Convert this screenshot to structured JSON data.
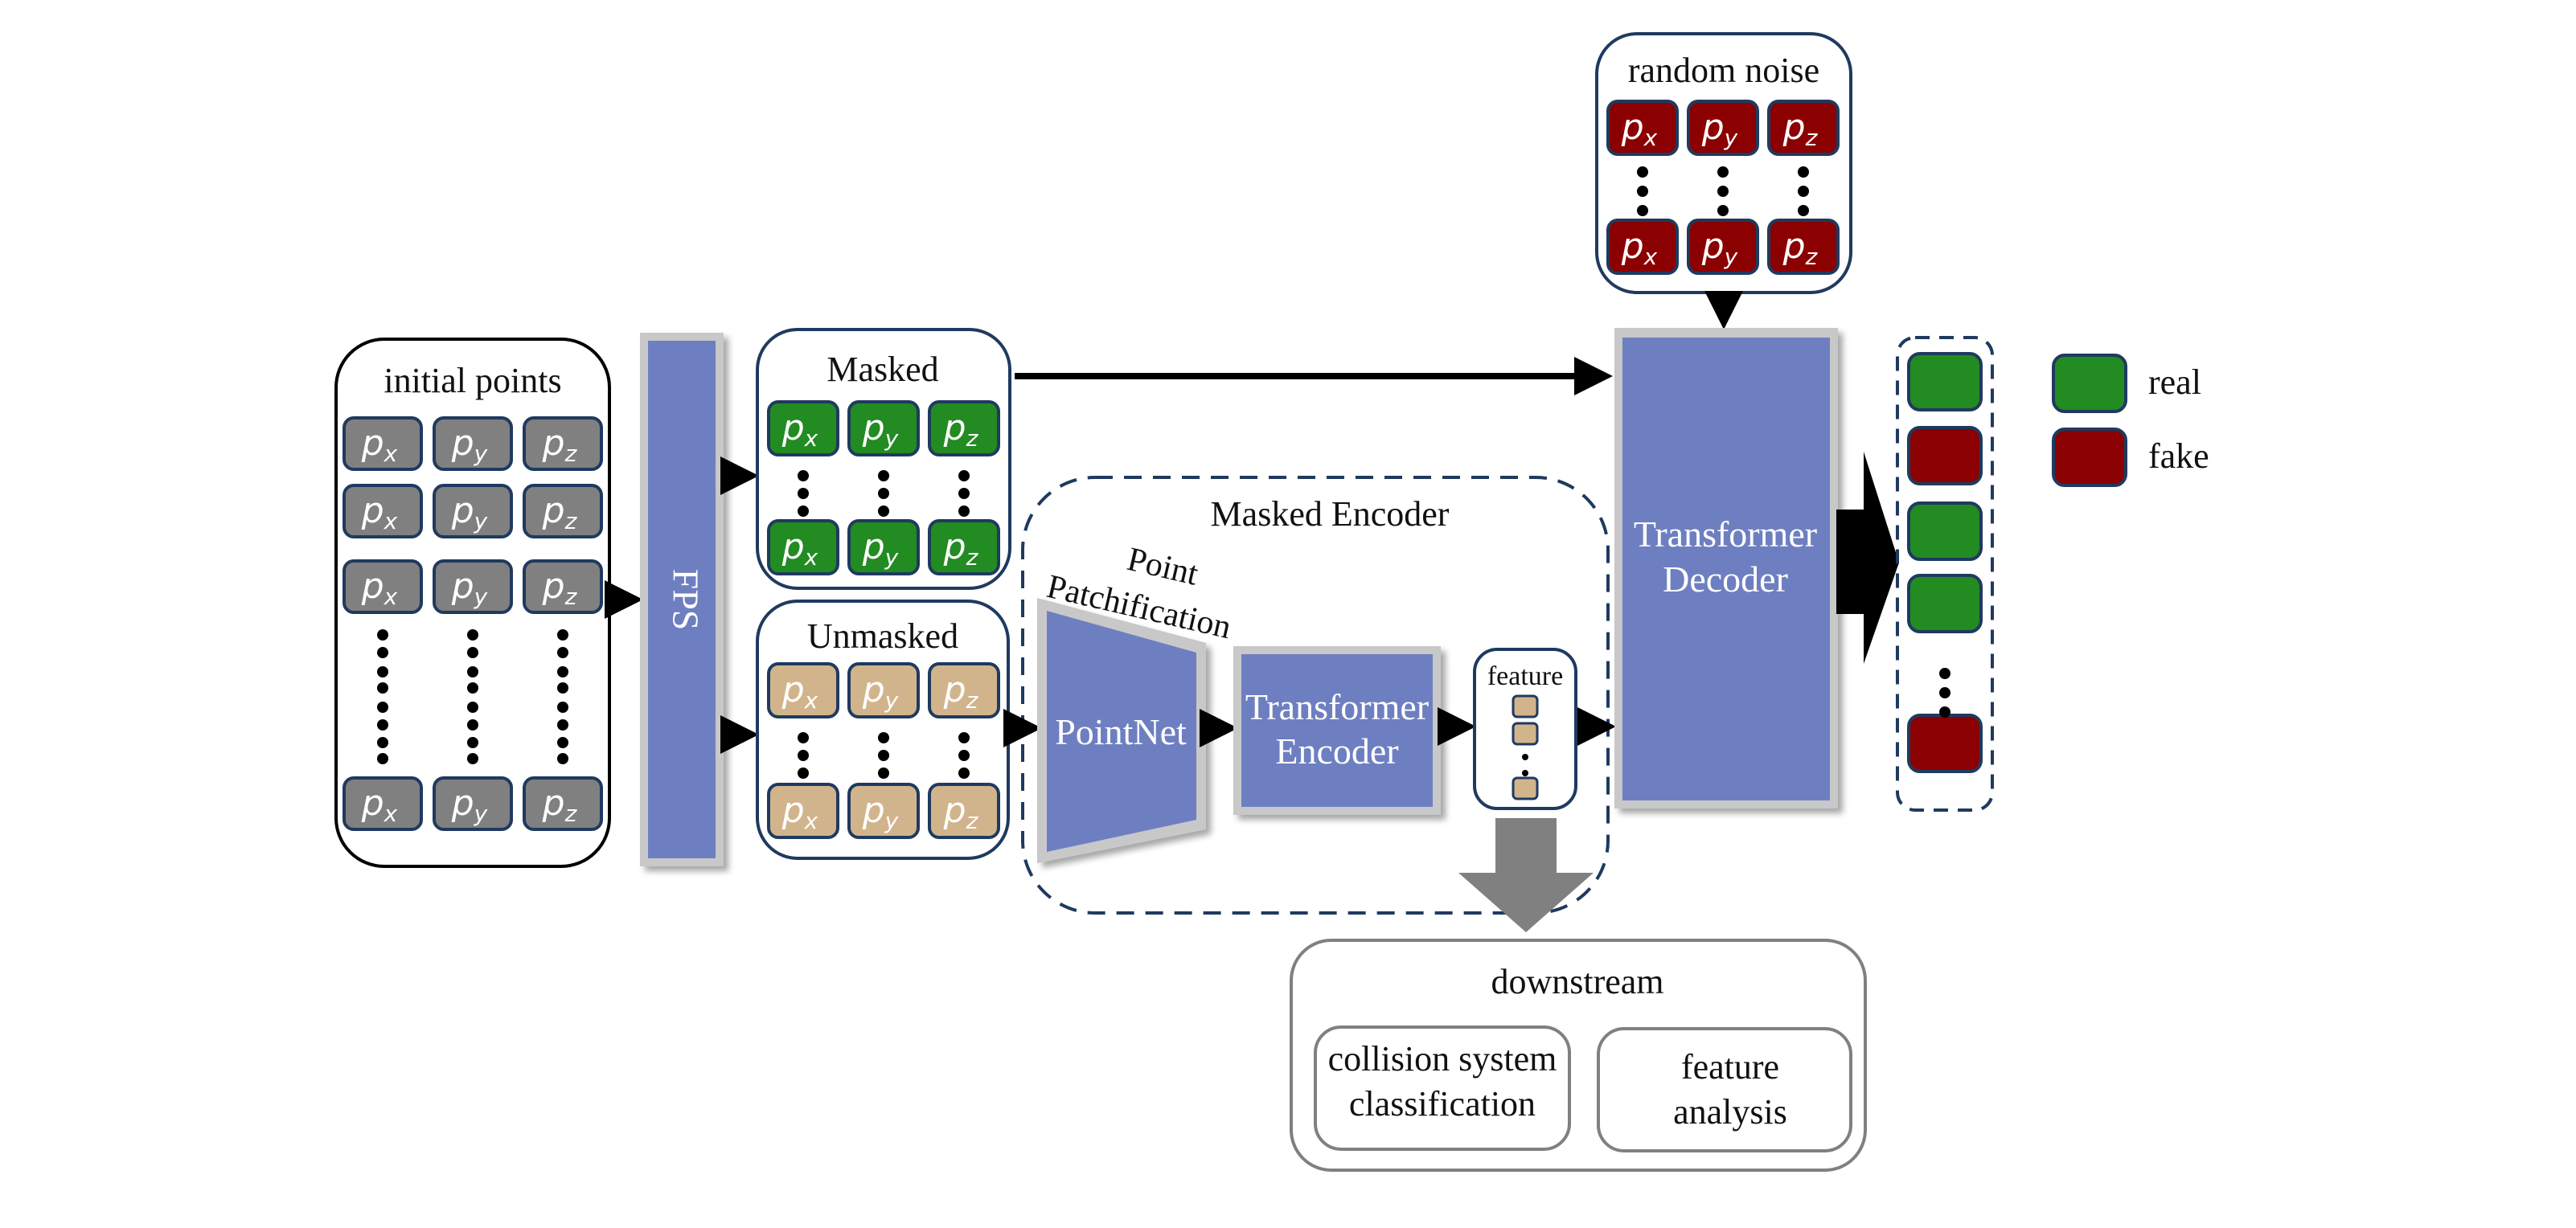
{
  "colors": {
    "gray_cell": "#808080",
    "green_cell": "#228b22",
    "tan_cell": "#d2b48c",
    "red_cell": "#8b0000",
    "block_fill": "#6e7fc1",
    "block_border": "#c8c8c8",
    "cell_border": "#1f3a5f",
    "box_border": "#1f3a5f",
    "arrow": "#000000",
    "downstream_arrow": "#808080"
  },
  "initial_points": {
    "title": "initial points",
    "coords": [
      {
        "base": "p",
        "sub": "x"
      },
      {
        "base": "p",
        "sub": "y"
      },
      {
        "base": "p",
        "sub": "z"
      }
    ]
  },
  "fps": {
    "label": "FPS"
  },
  "masked": {
    "title": "Masked"
  },
  "unmasked": {
    "title": "Unmasked"
  },
  "masked_encoder": {
    "title": "Masked Encoder",
    "patchify_label_line1": "Point",
    "patchify_label_line2": "Patchification",
    "pointnet_label": "PointNet",
    "transformer_encoder_line1": "Transformer",
    "transformer_encoder_line2": "Encoder",
    "feature_label": "feature"
  },
  "random_noise": {
    "title": "random noise"
  },
  "decoder": {
    "line1": "Transformer",
    "line2": "Decoder"
  },
  "outputs": [
    "real",
    "fake",
    "real",
    "real",
    "fake"
  ],
  "legend": {
    "items": [
      {
        "label": "real",
        "kind": "real"
      },
      {
        "label": "fake",
        "kind": "fake"
      }
    ]
  },
  "downstream": {
    "title": "downstream",
    "task1_line1": "collision system",
    "task1_line2": "classification",
    "task2_line1": "feature",
    "task2_line2": "analysis"
  }
}
